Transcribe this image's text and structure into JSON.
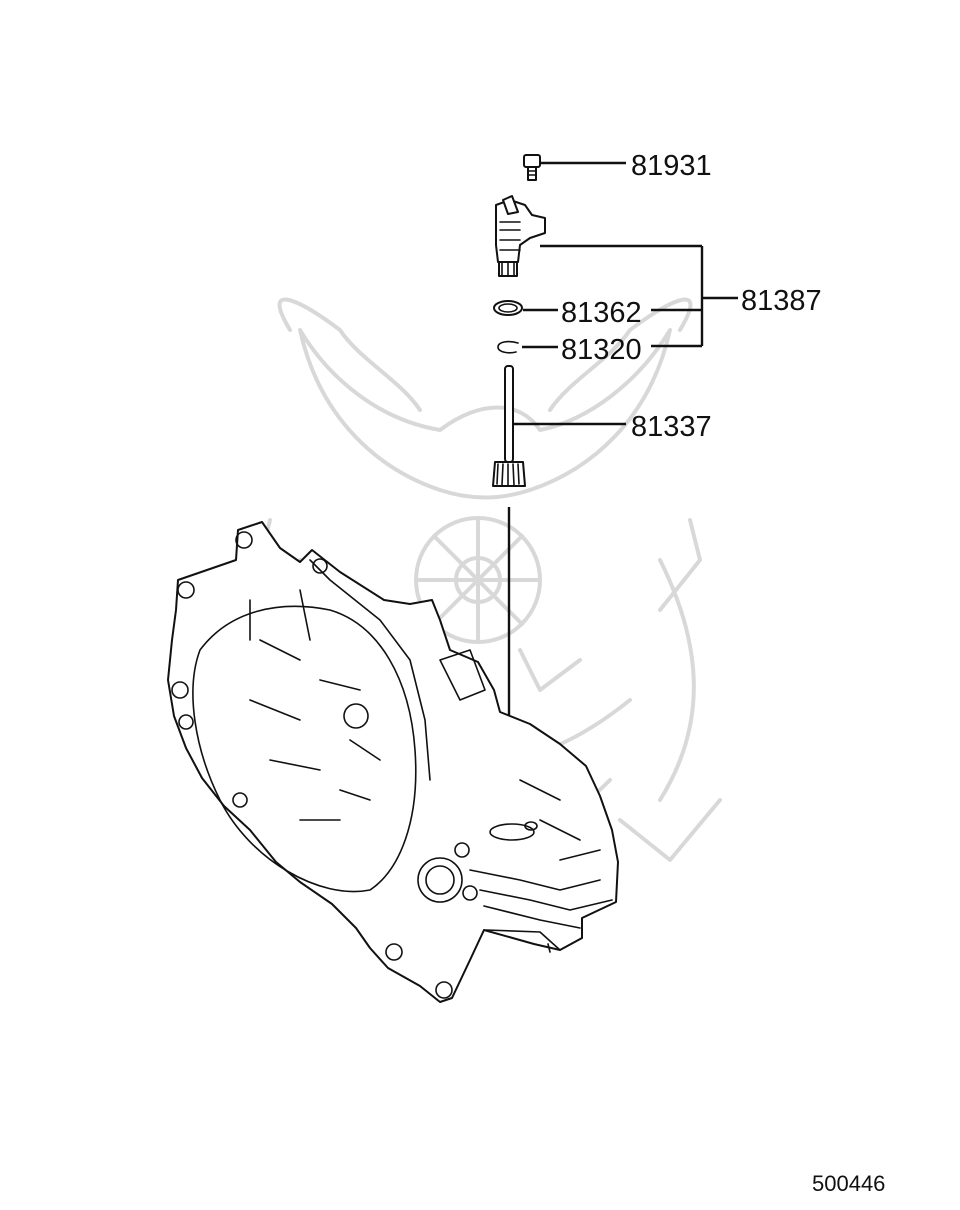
{
  "diagram": {
    "part_labels": {
      "bolt": "81931",
      "speedometer_sensor": "81387",
      "o_ring": "81362",
      "clip": "81320",
      "driven_gear_shaft": "81337"
    },
    "figure_number": "500446"
  }
}
